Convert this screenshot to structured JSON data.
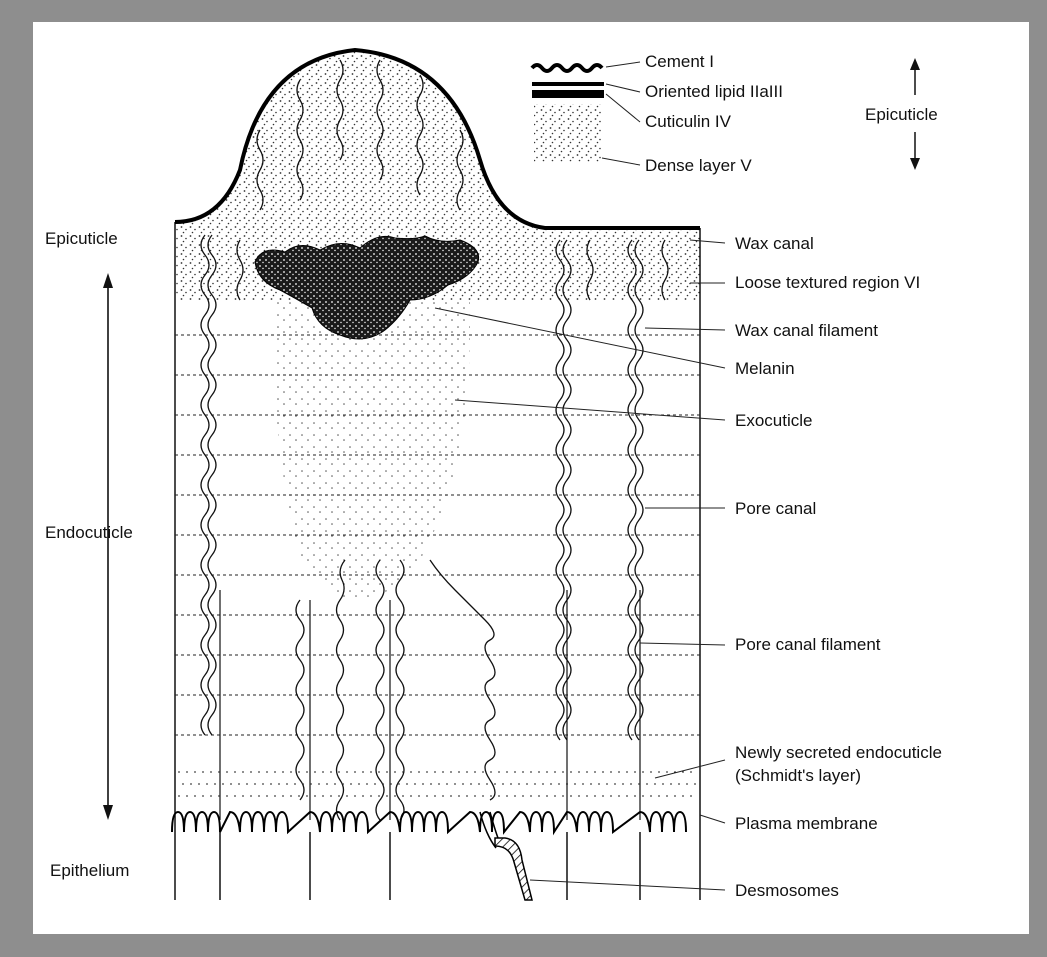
{
  "labels": {
    "cement": "Cement I",
    "oriented_lipid": "Oriented lipid IIaIII",
    "cuticulin": "Cuticulin IV",
    "dense_layer": "Dense layer V",
    "epicuticle_inset": "Epicuticle",
    "epicuticle_left": "Epicuticle",
    "wax_canal": "Wax canal",
    "loose_region": "Loose textured region VI",
    "wax_canal_filament": "Wax canal filament",
    "melanin": "Melanin",
    "exocuticle": "Exocuticle",
    "endocuticle": "Endocuticle",
    "pore_canal": "Pore canal",
    "pore_canal_filament": "Pore canal filament",
    "newly_secreted_1": "Newly secreted endocuticle",
    "newly_secreted_2": "(Schmidt's layer)",
    "plasma_membrane": "Plasma membrane",
    "epithelium": "Epithelium",
    "desmosomes": "Desmosomes"
  },
  "colors": {
    "frame": "#8e8e8e",
    "ink": "#111111",
    "paper": "#ffffff"
  }
}
